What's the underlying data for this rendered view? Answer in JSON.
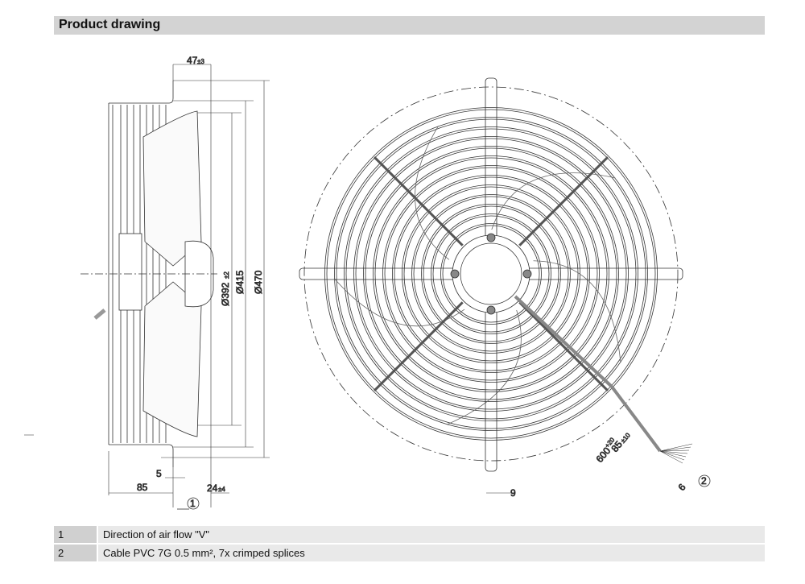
{
  "section_title": "Product drawing",
  "dimensions": {
    "top_offset": "47",
    "top_offset_tol": "±3",
    "d392": "Ø392",
    "d392_tol": "±2",
    "d415": "Ø415",
    "d470": "Ø470",
    "depth": "85",
    "flange": "5",
    "hub_offset": "24",
    "hub_offset_tol": "±4",
    "spoke_width": "9",
    "cable_strip": "85",
    "cable_strip_tol": "±10",
    "cable_len": "600",
    "cable_len_tol": "+20",
    "wire_spacing": "6"
  },
  "callouts": [
    "1",
    "2"
  ],
  "notes": [
    {
      "num": "1",
      "text": "Direction of air flow \"V\""
    },
    {
      "num": "2",
      "text": "Cable PVC 7G 0.5 mm², 7x crimped splices"
    }
  ]
}
